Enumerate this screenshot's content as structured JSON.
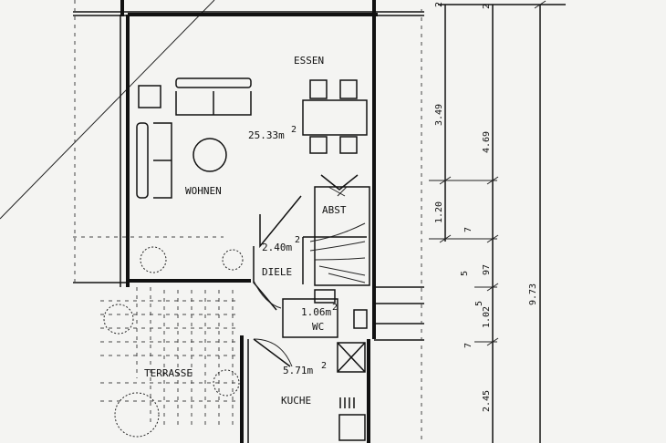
{
  "rooms": {
    "essen": {
      "name": "ESSEN"
    },
    "wohnen": {
      "name": "WOHNEN",
      "area": "25.33m",
      "exp": "2"
    },
    "abst": {
      "name": "ABST"
    },
    "diele": {
      "name": "DIELE",
      "area": "2.40m",
      "exp": "2"
    },
    "wc": {
      "name": "WC",
      "area": "1.06m",
      "exp": "2"
    },
    "kuche": {
      "name": "KUCHE",
      "area": "5.71m",
      "exp": "2"
    },
    "terrasse": {
      "name": "TERRASSE"
    }
  },
  "dimensions": {
    "d349": "3.49",
    "d469": "4.69",
    "d120": "1.20",
    "d7a": "7",
    "d5": "5",
    "d97": "97",
    "d102": "1.02",
    "d102sup": "5",
    "d7b": "7",
    "d973": "9.73",
    "d245": "2.45",
    "top1": "2",
    "top2": "2"
  }
}
